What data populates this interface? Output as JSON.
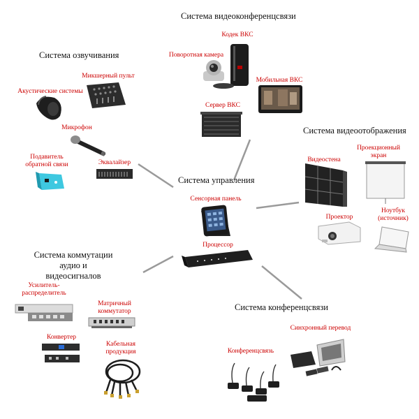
{
  "center": {
    "title": "Система управления",
    "items": [
      "Сенсорная панель",
      "Процессор"
    ]
  },
  "groups": [
    {
      "title": "Система видеоконференцсвязи",
      "items": [
        "Кодек ВКС",
        "Поворотная камера",
        "Мобильная ВКС",
        "Сервер ВКС"
      ]
    },
    {
      "title": "Система озвучивания",
      "items": [
        "Микшерный пульт",
        "Акустические системы",
        "Микрофон",
        "Подавитель обратной связи",
        "Эквалайзер"
      ]
    },
    {
      "title": "Система видеоотображения",
      "items": [
        "Видеостена",
        "Проекционный экран",
        "Проектор",
        "Ноутбук (источник)"
      ]
    },
    {
      "title": "Система коммутации аудио и видеосигналов",
      "items": [
        "Усилитель-распределитель",
        "Матричный коммутатор",
        "Конвертер",
        "Кабельная продукция"
      ]
    },
    {
      "title": "Система конференцсвязи",
      "items": [
        "Синхронный перевод",
        "Конференцсвязь"
      ]
    }
  ],
  "colors": {
    "label": "#cc0000",
    "title": "#111111",
    "connector": "#9a9a9a"
  }
}
